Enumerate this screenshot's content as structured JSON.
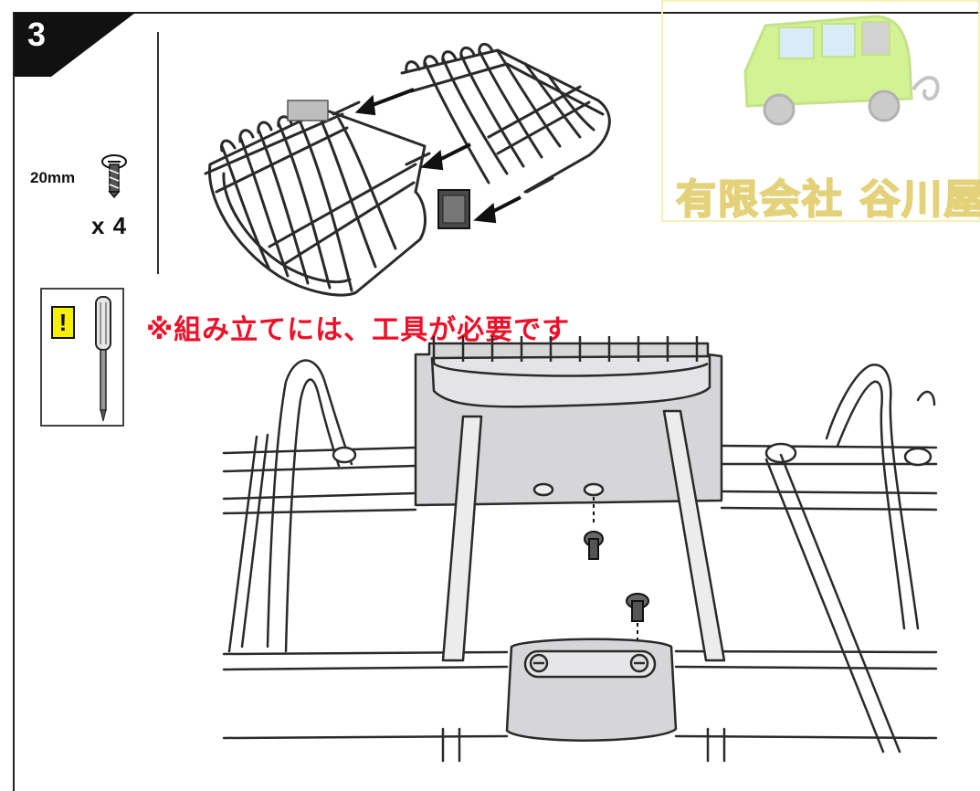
{
  "step": {
    "number": "3"
  },
  "hardware": {
    "screw_length": "20mm",
    "quantity": "x 4",
    "screw_icon": "screw-icon"
  },
  "warning": {
    "mark": "!",
    "icon": "screwdriver-icon",
    "note": "※組み立てには、工具が必要です"
  },
  "watermark": {
    "text": "有限会社 谷川屋",
    "icon": "van-icon",
    "color": "#c8f07a"
  },
  "colors": {
    "line": "#2a2a2a",
    "part_fill": "#d6d6d8",
    "note_red": "#ee1028",
    "warning_yellow": "#f7f000"
  }
}
